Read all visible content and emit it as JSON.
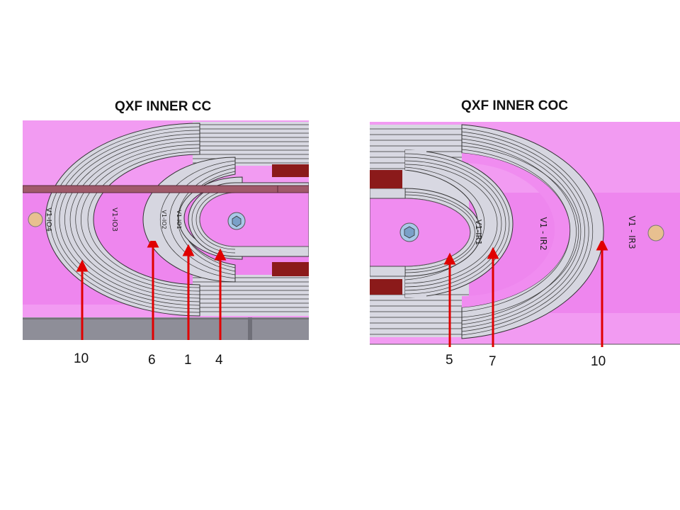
{
  "left_panel": {
    "title": "QXF INNER CC",
    "block_labels": [
      "V1-IO4",
      "V1-IO3",
      "V1-IO2",
      "V1-IO1"
    ],
    "callouts": [
      "10",
      "6",
      "1",
      "4"
    ]
  },
  "right_panel": {
    "title": "QXF INNER COC",
    "block_labels": [
      "V1-IR1",
      "V1 - IR2",
      "V1 - IR3"
    ],
    "callouts": [
      "5",
      "7",
      "10"
    ]
  },
  "colors": {
    "magenta_body": "#f08cf0",
    "coil_band": "#d8d8e2",
    "coil_line": "#333333",
    "copper": "#8b1a1a",
    "arrow": "#e00000",
    "steel": "#8a8a94"
  }
}
